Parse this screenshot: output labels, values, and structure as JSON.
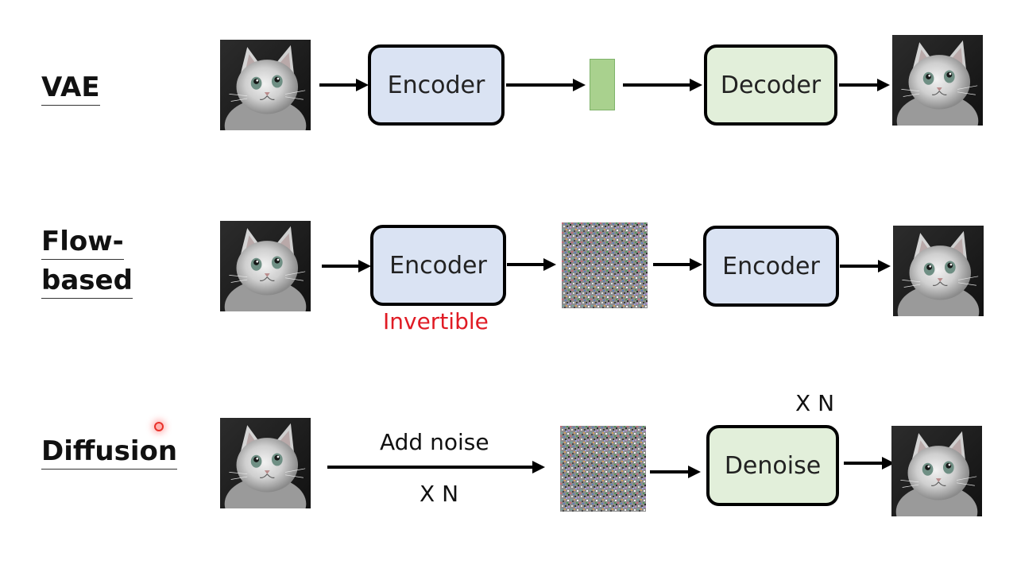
{
  "rows": {
    "vae": {
      "label": "VAE",
      "encoder_label": "Encoder",
      "decoder_label": "Decoder"
    },
    "flow": {
      "label_line1": "Flow-",
      "label_line2": "based",
      "encoder_label": "Encoder",
      "second_label": "Encoder",
      "note": "Invertible"
    },
    "diffusion": {
      "label": "Diffusion",
      "arrow_top": "Add noise",
      "arrow_bottom": "X N",
      "repeat_label": "X N",
      "denoise_label": "Denoise"
    }
  },
  "colors": {
    "encoder_fill": "#dae3f3",
    "decoder_fill": "#e2efda",
    "latent_fill": "#a9d18e",
    "note_red": "#e01b24"
  },
  "icons": [
    "cat-image",
    "noise-image",
    "arrow-right",
    "laser-pointer"
  ]
}
